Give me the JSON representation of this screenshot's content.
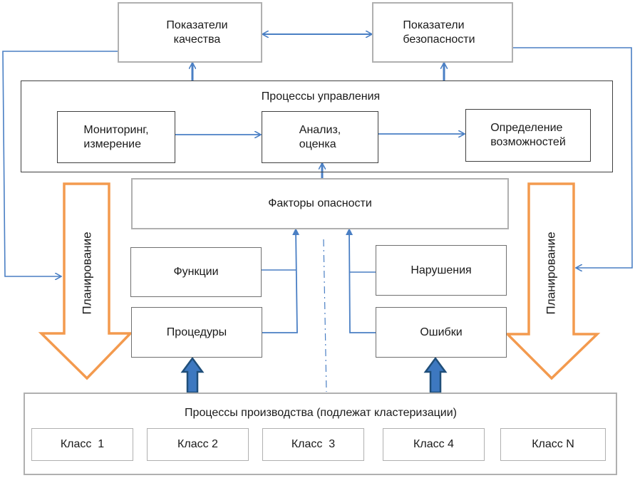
{
  "indicators": {
    "quality": "Показатели\nкачества",
    "quality_line1": "Показатели",
    "quality_line2": "качества",
    "safety_line1": "Показатели",
    "safety_line2": "безопасности"
  },
  "management": {
    "title": "Процессы управления",
    "monitoring_line1": "Мониторинг,",
    "monitoring_line2": "измерение",
    "analysis_line1": "Анализ,",
    "analysis_line2": "оценка",
    "capabilities_line1": "Определение",
    "capabilities_line2": "возможностей"
  },
  "hazard_factors": "Факторы опасности",
  "left_column": {
    "functions": "Функции",
    "procedures": "Процедуры"
  },
  "right_column": {
    "violations": "Нарушения",
    "errors": "Ошибки"
  },
  "planning": {
    "left_label": "Планирование",
    "right_label": "Планирование"
  },
  "production": {
    "title": "Процессы производства (подлежат кластеризации)",
    "classes": [
      "Класс  1",
      "Класс 2",
      "Класс  3",
      "Класс 4",
      "Класс N"
    ]
  },
  "colors": {
    "connector_blue": "#4a7fc4",
    "planning_orange": "#f39a4e",
    "thick_arrow_dark": "#1f4e79",
    "thick_arrow_fill": "#3d78c0"
  }
}
